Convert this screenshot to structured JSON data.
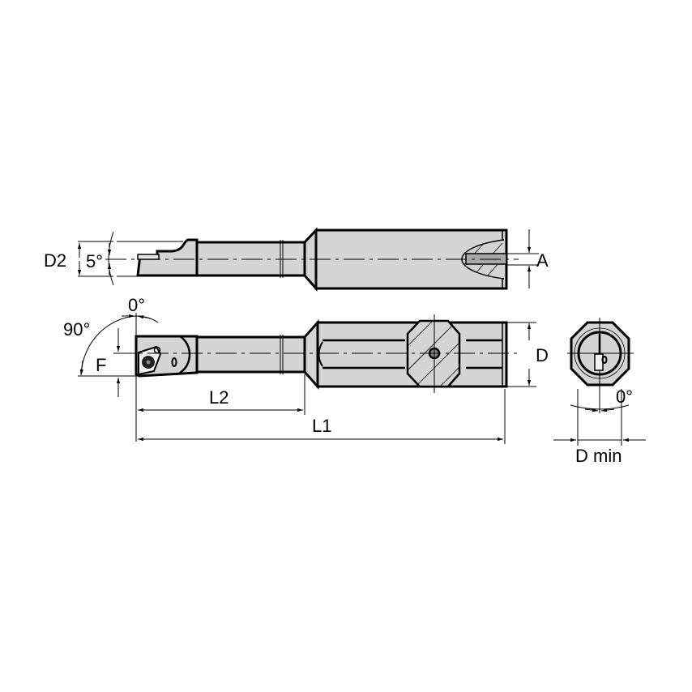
{
  "drawing": {
    "title": "Boring bar with insert - dimensional drawing",
    "fill_color": "#d4d4d4",
    "line_color": "#000000",
    "views": {
      "top_view": {
        "labels": {
          "d2": "D2",
          "angle": "5°",
          "a": "A"
        }
      },
      "side_view": {
        "labels": {
          "angle_top": "0°",
          "angle_side": "90°",
          "f": "F",
          "d": "D",
          "l2": "L2",
          "l1": "L1"
        }
      },
      "end_view": {
        "labels": {
          "angle": "0°",
          "dmin": "D min"
        }
      }
    }
  }
}
